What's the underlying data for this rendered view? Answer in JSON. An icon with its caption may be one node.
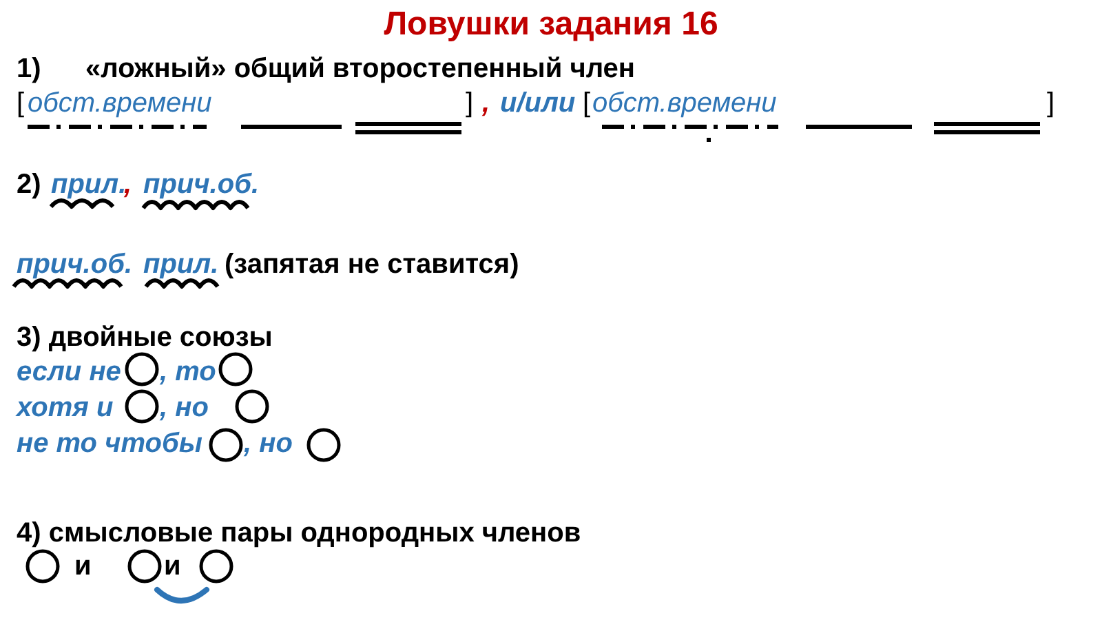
{
  "diagram": {
    "title": "Ловушки задания 16",
    "labels": [
      "1)",
      "«ложный» общий второстепенный член",
      "[",
      "обст.времени",
      "]",
      ",",
      "и/или",
      "[",
      "обст.времени",
      "]",
      "2)",
      "прил.",
      ",",
      "прич.об.",
      "прич.об.",
      "прил.",
      "(запятая не ставится)",
      "3) двойные союзы",
      "если не",
      ", то",
      "хотя и",
      ", но",
      "не то чтобы",
      ", но",
      "4) смысловые пары однородных членов",
      "и",
      "и"
    ]
  }
}
